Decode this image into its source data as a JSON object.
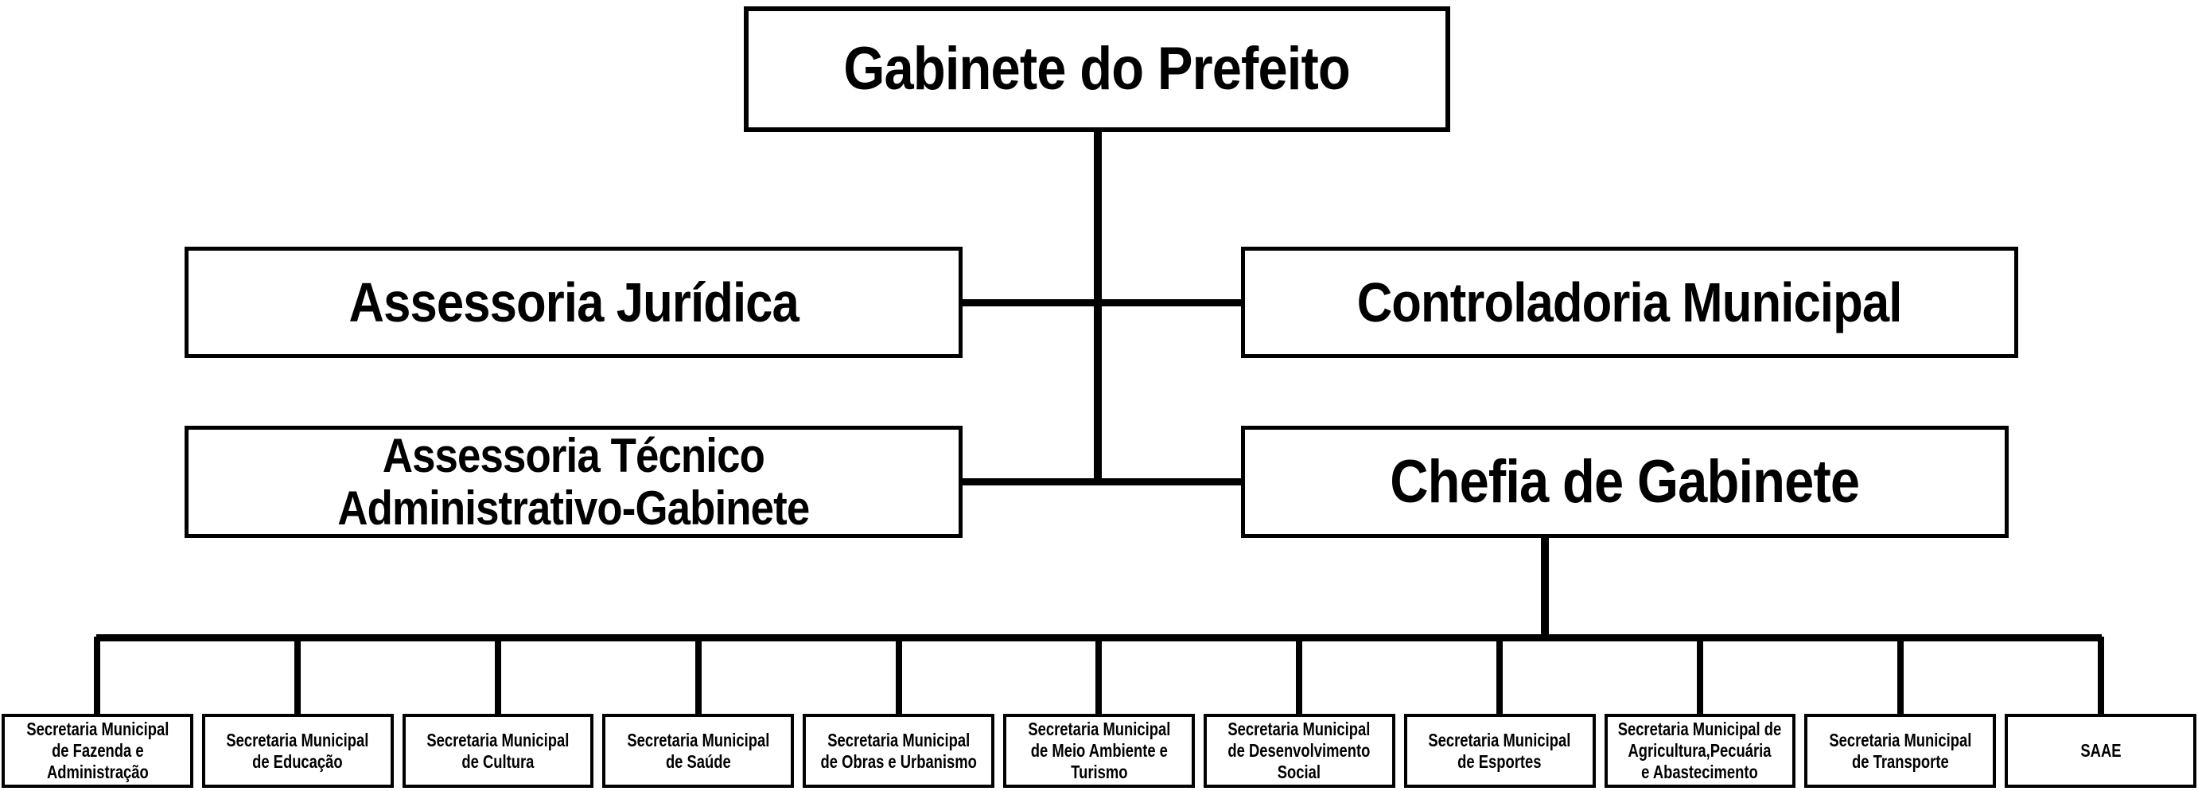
{
  "diagram": {
    "type": "org-chart",
    "root": {
      "label": "Gabinete do Prefeito"
    },
    "advisors": [
      {
        "id": "assessoria-juridica",
        "label": "Assessoria Jurídica"
      },
      {
        "id": "controladoria-municipal",
        "label": "Controladoria Municipal"
      },
      {
        "id": "assessoria-tecnico-administrativo-gabinete",
        "label": "Assessoria Técnico\nAdministrativo-Gabinete"
      },
      {
        "id": "chefia-de-gabinete",
        "label": "Chefia de Gabinete"
      }
    ],
    "secretariats": [
      {
        "label": "Secretaria Municipal\nde Fazenda e\nAdministração"
      },
      {
        "label": "Secretaria Municipal\nde Educação"
      },
      {
        "label": "Secretaria Municipal\nde Cultura"
      },
      {
        "label": "Secretaria Municipal\nde Saúde"
      },
      {
        "label": "Secretaria Municipal\nde Obras e Urbanismo"
      },
      {
        "label": "Secretaria Municipal\nde Meio Ambiente e\nTurismo"
      },
      {
        "label": "Secretaria Municipal\nde Desenvolvimento\nSocial"
      },
      {
        "label": "Secretaria Municipal\nde Esportes"
      },
      {
        "label": "Secretaria Municipal de\nAgricultura,Pecuária\ne Abastecimento"
      },
      {
        "label": "Secretaria Municipal\nde Transporte"
      },
      {
        "label": "SAAE"
      }
    ],
    "colors": {
      "line": "#000000",
      "box_border": "#000000",
      "box_bg": "#ffffff",
      "background": "#ffffff"
    }
  }
}
